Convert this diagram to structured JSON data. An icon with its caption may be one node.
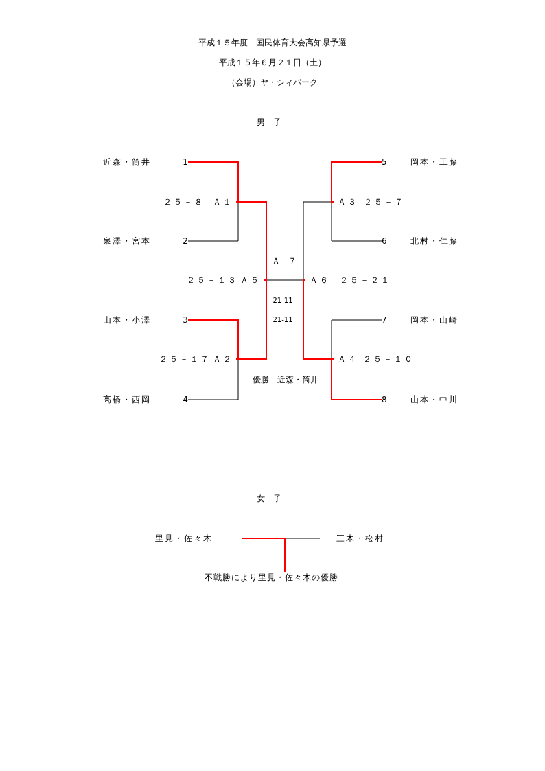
{
  "diagram": {
    "title": "平成１５年度　国民体育大会高知県予選",
    "nodes": [
      {
        "text": [
          "近森・筒井",
          "1"
        ]
      },
      {
        "text": [
          "泉澤・宮本",
          "2"
        ]
      },
      {
        "text": [
          "山本・小澤",
          "3"
        ]
      },
      {
        "text": [
          "高橋・西岡",
          "4"
        ]
      },
      {
        "text": [
          "２５－８",
          "Ａ１"
        ]
      },
      {
        "text": [
          "２５－１７",
          "Ａ２"
        ]
      },
      {
        "text": [
          "２５－１３",
          "Ａ５"
        ]
      },
      {
        "text": [
          "5",
          "岡本・工藤"
        ]
      },
      {
        "text": [
          "6",
          "北村・仁藤"
        ]
      },
      {
        "text": [
          "7",
          "岡本・山崎"
        ]
      },
      {
        "text": [
          "8",
          "山本・中川"
        ]
      },
      {
        "text": [
          "Ａ３",
          "２５－７"
        ]
      },
      {
        "text": [
          "Ａ４",
          "２５－１０"
        ]
      },
      {
        "text": [
          "Ａ６",
          "２５－２１"
        ]
      },
      {
        "text": [
          "里見・佐々木"
        ]
      },
      {
        "text": [
          "三木・松村"
        ]
      },
      {
        "text": [
          "不戦勝により里見・佐々木の優勝"
        ]
      }
    ],
    "edges": [
      {
        "from": 0,
        "to": 4,
        "arrow": "none"
      },
      {
        "from": 1,
        "to": 4,
        "arrow": "none",
        "color": "#000000"
      },
      {
        "from": 2,
        "to": 5,
        "arrow": "none"
      },
      {
        "from": 3,
        "to": 5,
        "arrow": "none",
        "color": "#000000"
      },
      {
        "from": 4,
        "to": 6,
        "arrow": "none"
      },
      {
        "from": 5,
        "to": 6,
        "arrow": "none"
      },
      {
        "from": 7,
        "to": 11,
        "arrow": "none"
      },
      {
        "from": 8,
        "to": 11,
        "arrow": "none",
        "color": "#000000"
      },
      {
        "from": 9,
        "to": 12,
        "arrow": "none",
        "color": "#000000"
      },
      {
        "from": 10,
        "to": 12,
        "arrow": "none"
      },
      {
        "from": 11,
        "to": 13,
        "arrow": "none",
        "color": "#000000"
      },
      {
        "from": 12,
        "to": 13,
        "arrow": "none"
      },
      {
        "from": 6,
        "to": 13,
        "arrow": "none",
        "color": "#000000"
      },
      {
        "from": 14,
        "to": 16,
        "arrow": "none"
      },
      {
        "from": 15,
        "to": 16,
        "arrow": "none",
        "color": "#000000"
      }
    ],
    "labels": [
      "平成１５年６月２１日（土）",
      "（会場）ヤ・シィパーク",
      "男　子",
      "Ａ　７",
      "21-11",
      "21-11",
      "優勝　近森・筒井",
      "女　子"
    ]
  }
}
